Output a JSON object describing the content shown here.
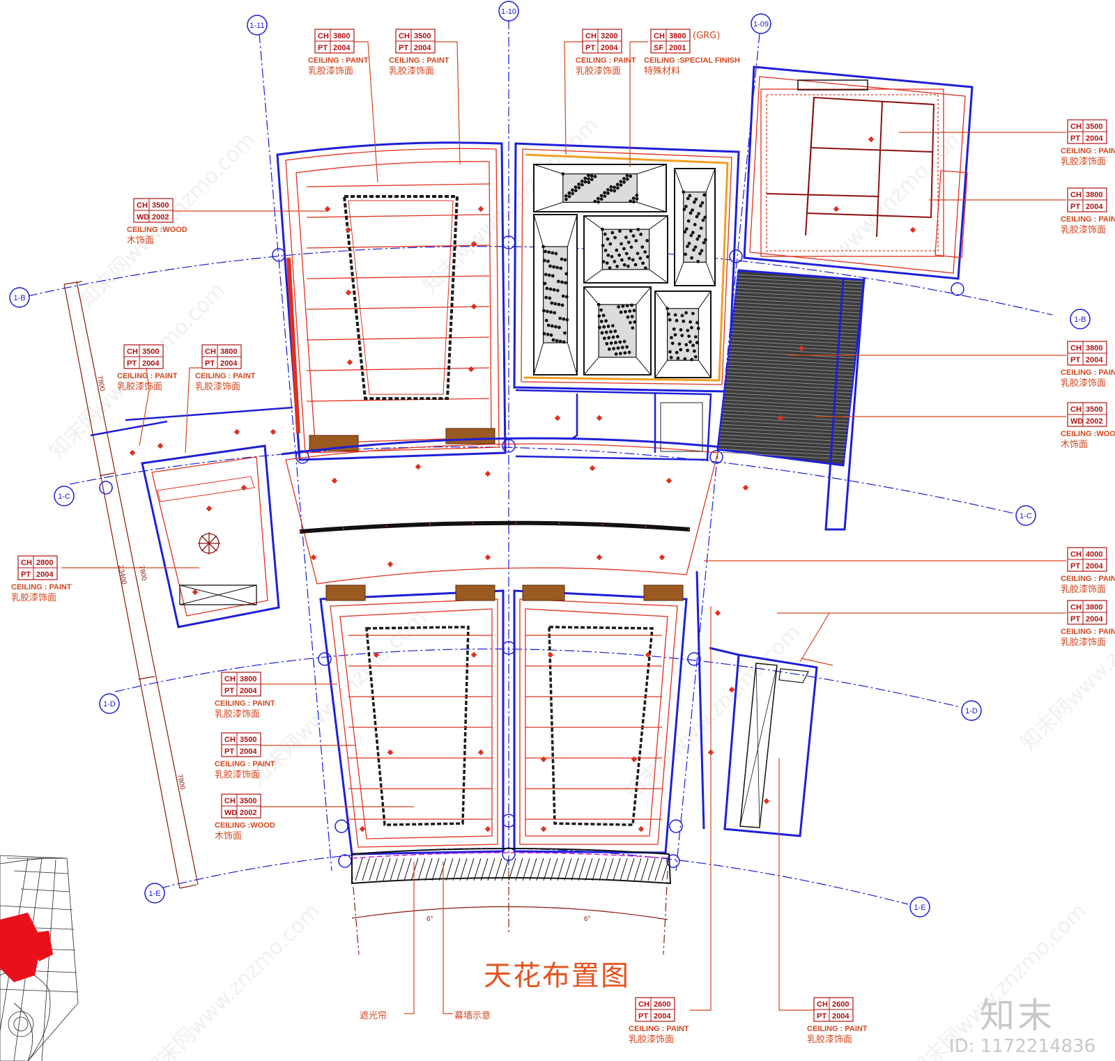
{
  "drawing": {
    "title": "天花布置图",
    "brand": "知末",
    "drawing_id": "ID: 1172214836",
    "watermark": "知末网www.znzmo.com"
  },
  "grid_lines": [
    "1-11",
    "1-10",
    "1-09",
    "1-B",
    "1-C",
    "1-D",
    "1-E"
  ],
  "ceiling_tags": [
    {
      "ch": "3800",
      "code": "PT 2004",
      "caption": "CEILING : PAINT",
      "finish": "乳胶漆饰面"
    },
    {
      "ch": "3500",
      "code": "PT 2004",
      "caption": "CEILING : PAINT",
      "finish": "乳胶漆饰面"
    },
    {
      "ch": "3200",
      "code": "PT 2004",
      "caption": "CEILING : PAINT",
      "finish": "乳胶漆饰面"
    },
    {
      "ch": "3800",
      "code": "SF 2001",
      "caption": "CEILING :SPECIAL FINISH",
      "finish": "特殊材料",
      "extra": "(GRG)"
    },
    {
      "ch": "3500",
      "code": "PT 2004",
      "caption": "CEILING : PAINT",
      "finish": "乳胶漆饰面"
    },
    {
      "ch": "3800",
      "code": "PT 2004",
      "caption": "CEILING : PAINT",
      "finish": "乳胶漆饰面"
    },
    {
      "ch": "3500",
      "code": "WD 2002",
      "caption": "CEILING :WOOD",
      "finish": "木饰面"
    },
    {
      "ch": "3500",
      "code": "PT 2004",
      "caption": "CEILING : PAINT",
      "finish": "乳胶漆饰面"
    },
    {
      "ch": "3800",
      "code": "PT 2004",
      "caption": "CEILING : PAINT",
      "finish": "乳胶漆饰面"
    },
    {
      "ch": "3800",
      "code": "PT 2004",
      "caption": "CEILING : PAINT",
      "finish": "乳胶漆饰面"
    },
    {
      "ch": "3500",
      "code": "WD 2002",
      "caption": "CEILING :WOOD",
      "finish": "木饰面"
    },
    {
      "ch": "2800",
      "code": "PT 2004",
      "caption": "CEILING : PAINT",
      "finish": "乳胶漆饰面"
    },
    {
      "ch": "4000",
      "code": "PT 2004",
      "caption": "CEILING : PAINT",
      "finish": "乳胶漆饰面"
    },
    {
      "ch": "3800",
      "code": "PT 2004",
      "caption": "CEILING : PAINT",
      "finish": "乳胶漆饰面"
    },
    {
      "ch": "3800",
      "code": "PT 2004",
      "caption": "CEILING : PAINT",
      "finish": "乳胶漆饰面"
    },
    {
      "ch": "3500",
      "code": "PT 2004",
      "caption": "CEILING : PAINT",
      "finish": "乳胶漆饰面"
    },
    {
      "ch": "3500",
      "code": "WD 2002",
      "caption": "CEILING :WOOD",
      "finish": "木饰面"
    },
    {
      "ch": "2600",
      "code": "PT 2004",
      "caption": "CEILING : PAINT",
      "finish": "乳胶漆饰面"
    },
    {
      "ch": "2600",
      "code": "PT 2004",
      "caption": "CEILING : PAINT",
      "finish": "乳胶漆饰面"
    }
  ],
  "tag_labels": {
    "ch": "CH"
  },
  "notes": {
    "blackout": "遮光帘",
    "curtain_wall": "幕墙示意"
  },
  "dimensions": [
    "7800",
    "7800",
    "7800",
    "23400",
    "6°",
    "6°"
  ],
  "colors": {
    "wall": "#1e1ed8",
    "ceiling_line": "#e0301e",
    "annotation": "#d2461e",
    "grid": "#1a1ad8",
    "dimension": "#8a1a0a"
  }
}
